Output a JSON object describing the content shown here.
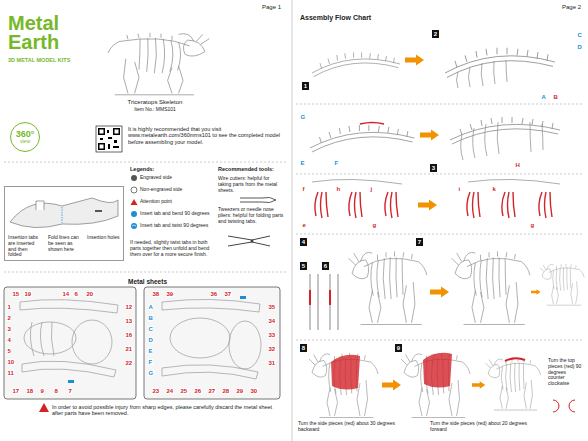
{
  "diagram": {
    "title": "Triceratops Skeleton",
    "nodes": [
      {
        "text": [
          "360°",
          "view"
        ]
      },
      {
        "text": [
          "Insertion tabs are inserted and then folded",
          "Fold lines can be seen as shown here",
          "Insertion holes"
        ]
      },
      {
        "text": [
          "1"
        ]
      },
      {
        "text": [
          "2"
        ]
      },
      {
        "text": [
          "3"
        ]
      },
      {
        "text": [
          "4"
        ]
      },
      {
        "text": [
          "5"
        ]
      },
      {
        "text": [
          "6"
        ]
      },
      {
        "text": [
          "7"
        ]
      },
      {
        "text": [
          "8"
        ]
      },
      {
        "text": [
          "9"
        ]
      }
    ],
    "labels": [
      "Page 1",
      "Metal Earth",
      "3D METAL MODEL KITS",
      "Item No.: MMS101",
      "It is highly recommended that you visit www.metalearth.com/360mms101 to see the completed model before assembling your model.",
      "Legends:",
      "Recommended tools:",
      "Wire cutters: helpful for taking parts from the metal sheets.",
      "Tweezers or needle nose pliers: helpful for folding parts and twisting tabs.",
      "If needed, slightly twist tabs in both parts together then unfold and bend them over for a more secure finish.",
      "Metal sheets",
      "In order to avoid possible injury from sharp edges, please carefully discard the metal sheet after parts have been removed.",
      "15",
      "19",
      "14",
      "6",
      "20",
      "1",
      "2",
      "3",
      "4",
      "5",
      "10",
      "11",
      "12",
      "13",
      "16",
      "21",
      "22",
      "17",
      "18",
      "9",
      "8",
      "7",
      "38",
      "39",
      "36",
      "37",
      "35",
      "34",
      "33",
      "32",
      "31",
      "A",
      "B",
      "C",
      "D",
      "E",
      "F",
      "G",
      "23",
      "24",
      "25",
      "26",
      "27",
      "28",
      "29",
      "30",
      "Page 2",
      "Assembly Flow Chart",
      "C",
      "D",
      "A",
      "B",
      "G",
      "E",
      "F",
      "H",
      "f",
      "h",
      "j",
      "e",
      "g",
      "i",
      "k",
      "g",
      "Turn the side pieces (red) about 30 degrees backward",
      "Turn the side pieces (red) about 20 degrees forward",
      "Turn the top pieces (red) 90 degrees counter clockwise"
    ],
    "legend": [
      {
        "text": "Engraved side"
      },
      {
        "text": "Non-engraved side"
      },
      {
        "text": "Attention point"
      },
      {
        "text": "Insert tab and bend 90 degrees"
      },
      {
        "text": "Insert tab and twist 90 degrees"
      }
    ]
  }
}
